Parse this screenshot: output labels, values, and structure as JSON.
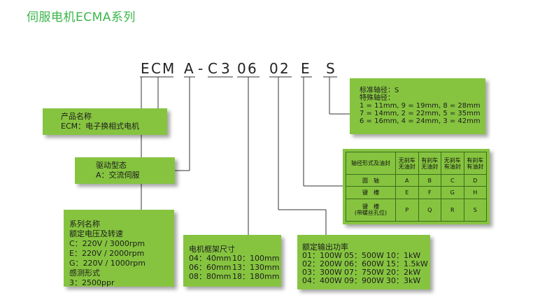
{
  "title": "伺服电机ECMA系列",
  "model_chars": [
    "E",
    "C",
    "M",
    "A",
    "-",
    "C",
    "3",
    "0",
    "6",
    "0",
    "2",
    "E",
    "S"
  ],
  "box_product": {
    "heading": "产品名称",
    "line": "ECM：电子换相式电机"
  },
  "box_drive": {
    "heading": "驱动型态",
    "line": "A：交流伺服"
  },
  "box_series": {
    "heading": "系列名称",
    "sub": "额定电压及转速",
    "lines": [
      "C：220V / 3000rpm",
      "E：220V / 2000rpm",
      "G：220V / 1000rpm"
    ],
    "sensor_heading": "感测形式",
    "sensor_line": "3：2500ppr"
  },
  "box_frame": {
    "heading": "电机框架尺寸",
    "rows": [
      [
        "04：40mm",
        "10：100mm"
      ],
      [
        "06：60mm",
        "13：130mm"
      ],
      [
        "08：80mm",
        "18：180mm"
      ]
    ]
  },
  "box_power": {
    "heading": "额定输出功率",
    "rows": [
      [
        "01：100W",
        "05：500W",
        "10：1kW"
      ],
      [
        "02：200W",
        "06：600W",
        "15：1.5kW"
      ],
      [
        "03：300W",
        "07：750W",
        "20：2kW"
      ],
      [
        "04：400W",
        "09：900W",
        "30：3kW"
      ]
    ]
  },
  "box_shaft": {
    "line1": "标准轴径：S",
    "line2": "特殊轴径：",
    "lines": [
      "1 = 11mm, 9 = 19mm, 8 = 28mm",
      "7 = 14mm, 2 = 22mm, 5 = 35mm",
      "6 = 16mm, 4 = 24mm, 3 = 42mm"
    ]
  },
  "table": {
    "corner": "轴径形式及油封",
    "headers": [
      [
        "无刹车",
        "无油封"
      ],
      [
        "有刹车",
        "无油封"
      ],
      [
        "无刹车",
        "有油封"
      ],
      [
        "有刹车",
        "有油封"
      ]
    ],
    "rows": [
      {
        "label": [
          "圆　轴"
        ],
        "cells": [
          "A",
          "B",
          "C",
          "D"
        ]
      },
      {
        "label": [
          "键　槽"
        ],
        "cells": [
          "E",
          "F",
          "G",
          "H"
        ]
      },
      {
        "label": [
          "键　槽",
          "(带螺丝孔位)"
        ],
        "cells": [
          "P",
          "Q",
          "R",
          "S"
        ]
      }
    ]
  },
  "colors": {
    "box": "#86c440",
    "title": "#39b54a",
    "line": "#333333"
  }
}
